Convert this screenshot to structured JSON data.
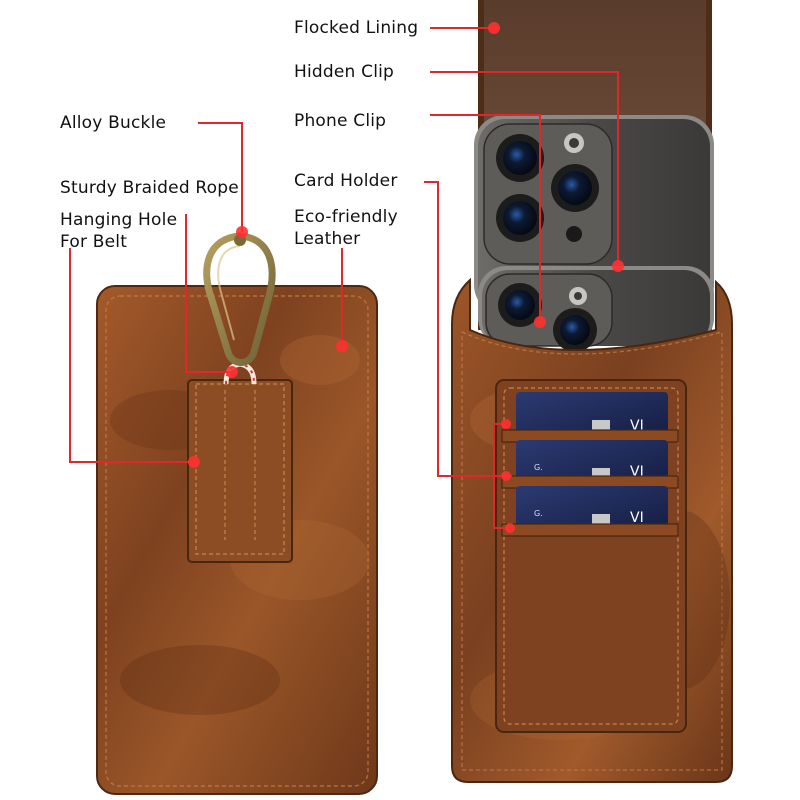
{
  "labels": {
    "flocked_lining": "Flocked Lining",
    "hidden_clip": "Hidden Clip",
    "phone_clip": "Phone Clip",
    "card_holder": "Card Holder",
    "eco_leather_line1": "Eco-friendly",
    "eco_leather_line2": "Leather",
    "alloy_buckle": "Alloy Buckle",
    "braided_rope": "Sturdy Braided Rope",
    "hanging_hole_line1": "Hanging Hole",
    "hanging_hole_line2": "For Belt"
  },
  "card_text": {
    "brand": "VI",
    "holder_initial": "G."
  },
  "colors": {
    "leader": "#e0282c",
    "leather": "#8a4a22",
    "leather_dark": "#5a2c14",
    "phone_body": "#4a4a48",
    "card_blue": "#1f2a55",
    "lining": "#6a4a36"
  },
  "icons": {
    "buckle": "carabiner-icon",
    "camera": "camera-lens-icon"
  }
}
